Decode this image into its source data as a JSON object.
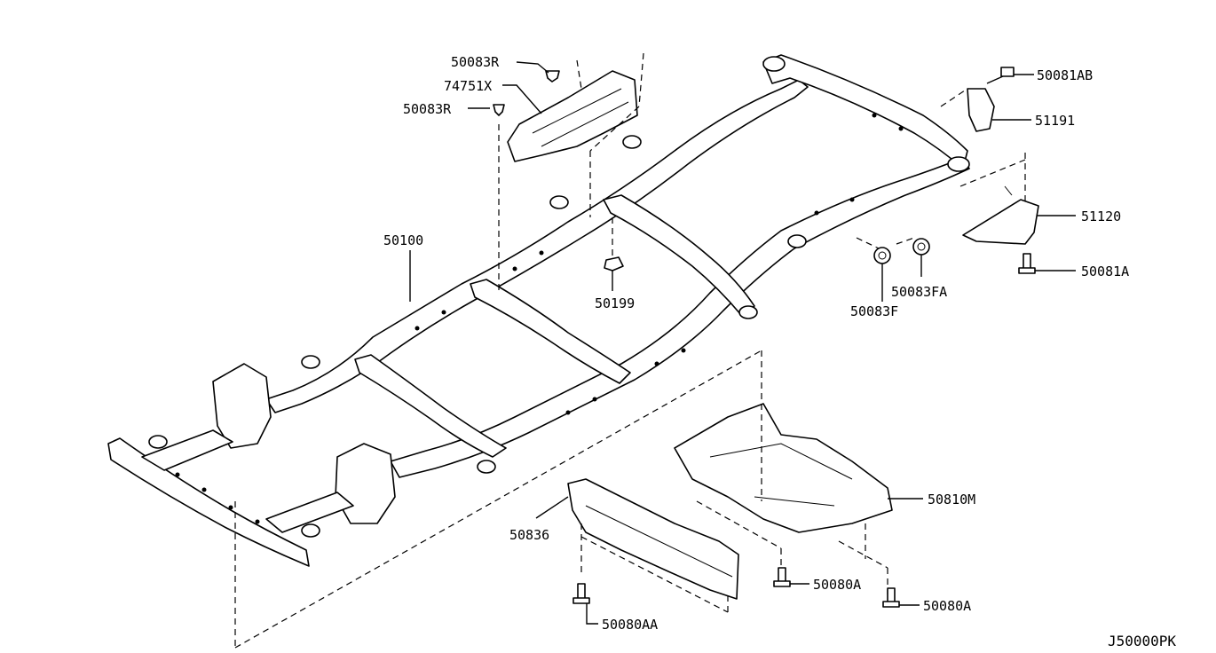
{
  "diagram_id": "J50000PK",
  "parts": {
    "p50083R_top": "50083R",
    "p74751X": "74751X",
    "p50083R_left": "50083R",
    "p50100": "50100",
    "p50199": "50199",
    "p50081AB": "50081AB",
    "p51191": "51191",
    "p51120": "51120",
    "p50081A": "50081A",
    "p50083FA": "50083FA",
    "p50083F": "50083F",
    "p50810M": "50810M",
    "p50836": "50836",
    "p50080A_mid": "50080A",
    "p50080A_right": "50080A",
    "p50080AA": "50080AA"
  }
}
